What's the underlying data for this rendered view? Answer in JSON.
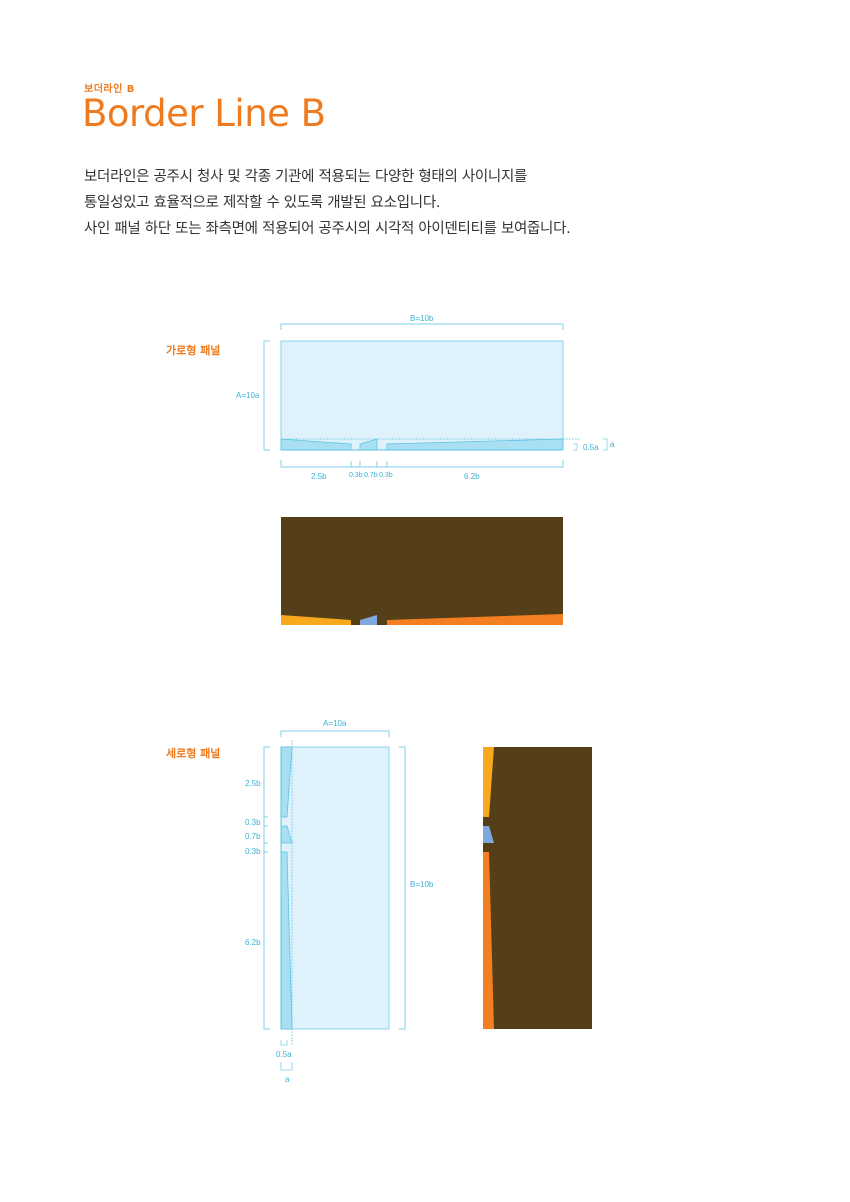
{
  "header": {
    "subtitle": "보더라인 B",
    "title": "Border Line B"
  },
  "description": {
    "lines": [
      "보더라인은 공주시 청사 및 각종 기관에 적용되는 다양한 형태의 사이니지를",
      "통일성있고 효율적으로 제작할 수 있도록 개발된 요소입니다.",
      "사인 패널 하단 또는 좌측면에 적용되어 공주시의 시각적 아이덴티티를 보여줍니다."
    ]
  },
  "horizontal": {
    "label": "가로형 패널",
    "width_dim": "B=10b",
    "height_dim": "A=10a",
    "segments": [
      "2.5b",
      "0.3b",
      "0.7b",
      "0.3b",
      "6.2b"
    ],
    "stripe_dim": "0.5a",
    "unit_dim": "a"
  },
  "vertical": {
    "label": "세로형 패널",
    "width_dim": "A=10a",
    "height_dim": "B=10b",
    "segments": [
      "2.5b",
      "0.3b",
      "0.7b",
      "0.3b",
      "6.2b"
    ],
    "stripe_dim": "0.5a",
    "unit_dim": "a"
  },
  "colors": {
    "accent": "#ee7b1f",
    "guide": "#3cb2d8",
    "guide_fill": "#dff2fb",
    "panel_brown": "#553f18",
    "stripe_yellow": "#f8a81c",
    "stripe_orange": "#f47f22",
    "stripe_blue": "#7fa9dd"
  }
}
